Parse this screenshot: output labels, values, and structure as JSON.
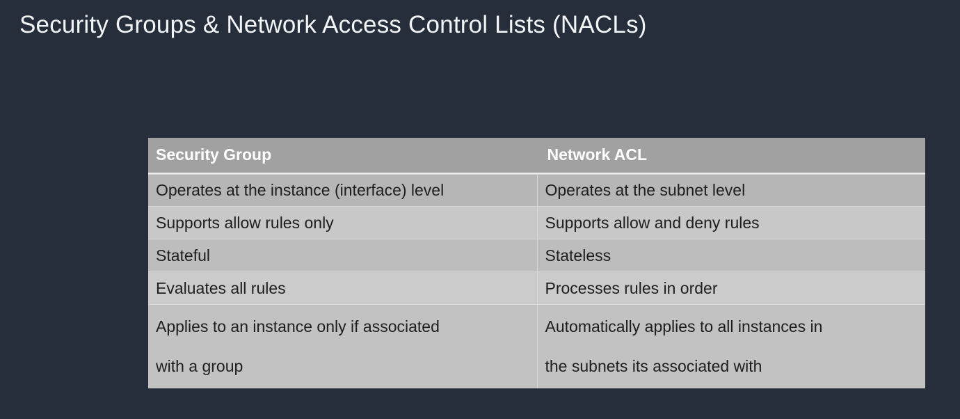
{
  "title": "Security Groups & Network Access Control Lists (NACLs)",
  "table": {
    "columns": [
      "Security Group",
      "Network ACL"
    ],
    "rows": [
      [
        "Operates at the instance (interface) level",
        "Operates at the subnet level"
      ],
      [
        "Supports allow rules only",
        "Supports allow and deny rules"
      ],
      [
        "Stateful",
        "Stateless"
      ],
      [
        "Evaluates all rules",
        "Processes rules in order"
      ],
      [
        "Applies to an instance only if associated\nwith a group",
        "Automatically applies to all instances in\nthe subnets its associated with"
      ]
    ]
  },
  "colors": {
    "background": "#262d3b",
    "title_text": "#f3f4f6",
    "header_bg": "#a1a1a1",
    "header_text": "#ffffff",
    "row_backgrounds": [
      "#b6b6b6",
      "#c8c8c8",
      "#bdbdbd",
      "#cbcbcb",
      "#c2c2c2"
    ],
    "body_text": "#1e1e1e",
    "row_divider": "#d8d8d8",
    "header_divider": "#ededed",
    "column_divider": "#d6d6d6"
  }
}
